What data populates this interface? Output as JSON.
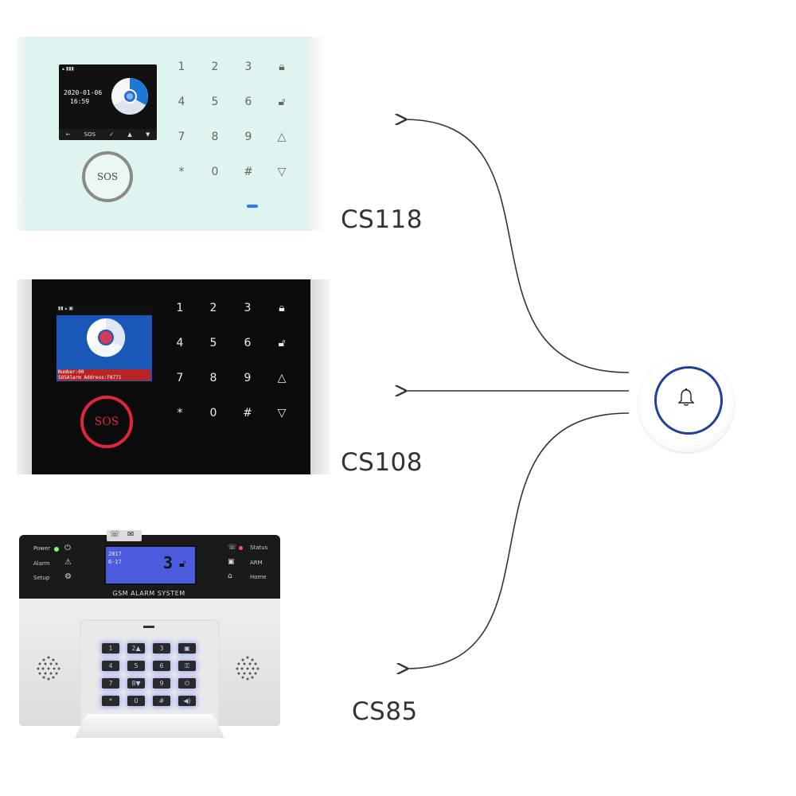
{
  "models": {
    "cs118": {
      "label": "CS118",
      "screen_date": "2020-01-06",
      "screen_time": "16:59",
      "screen_bar": [
        "←",
        "SOS",
        "✓",
        "▲",
        "▼"
      ],
      "sos_label": "SOS",
      "keys": [
        "1",
        "2",
        "3",
        "4",
        "5",
        "6",
        "7",
        "8",
        "9",
        "*",
        "0",
        "#"
      ]
    },
    "cs108": {
      "label": "CS108",
      "screen_line1": "Number:00",
      "screen_line2": "SOSAlarm Address:F8771",
      "sos_label": "SOS",
      "keys": [
        "1",
        "2",
        "3",
        "4",
        "5",
        "6",
        "7",
        "8",
        "9",
        "*",
        "0",
        "#"
      ]
    },
    "cs85": {
      "label": "CS85",
      "title": "GSM ALARM SYSTEM",
      "lcd_line1": "2017",
      "lcd_line2": "6-17",
      "lcd_big": "3",
      "left_indicators": [
        "Power",
        "Alarm",
        "Setup"
      ],
      "right_indicators": [
        "Status",
        "ARM",
        "Home"
      ],
      "keys": [
        "1",
        "2▲",
        "3",
        "▣",
        "4",
        "5",
        "6",
        "⚿",
        "7",
        "8▼",
        "9",
        "⏻",
        "*",
        "0",
        "#",
        "◀)"
      ]
    }
  },
  "colors": {
    "arrow": "#333333",
    "bell_ring": "#1f3f9a",
    "sos_red": "#e0263c"
  },
  "icons": {
    "bell": "bell-icon",
    "lock": "lock-icon",
    "unlock": "unlock-icon",
    "speaker": "speaker-grille"
  }
}
